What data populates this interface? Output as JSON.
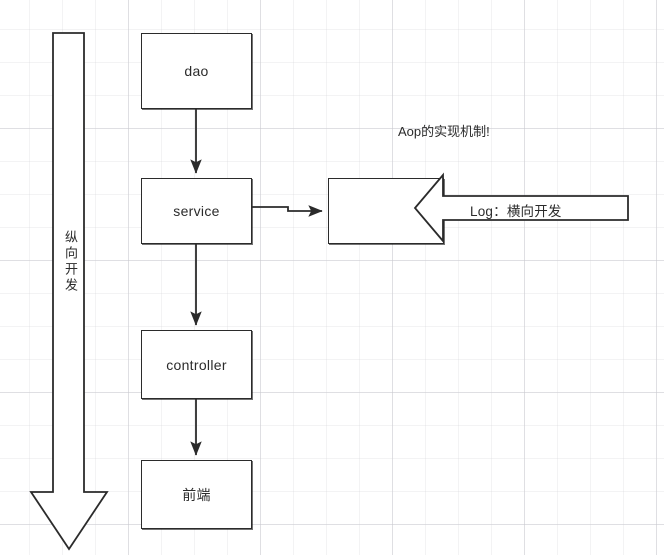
{
  "diagram": {
    "title_note": "Aop的实现机制!",
    "nodes": [
      {
        "id": "dao",
        "label": "dao"
      },
      {
        "id": "service",
        "label": "service"
      },
      {
        "id": "controller",
        "label": "controller"
      },
      {
        "id": "frontend",
        "label": "前端"
      }
    ],
    "aspect": {
      "box_label": "",
      "arrow_label": "Log：横向开发"
    },
    "vertical_arrow": {
      "label": "纵向开发"
    },
    "colors": {
      "stroke": "#2b2b2b",
      "fill": "#ffffff",
      "grid": "#c8c8cd",
      "text": "#2b2b2b"
    }
  }
}
